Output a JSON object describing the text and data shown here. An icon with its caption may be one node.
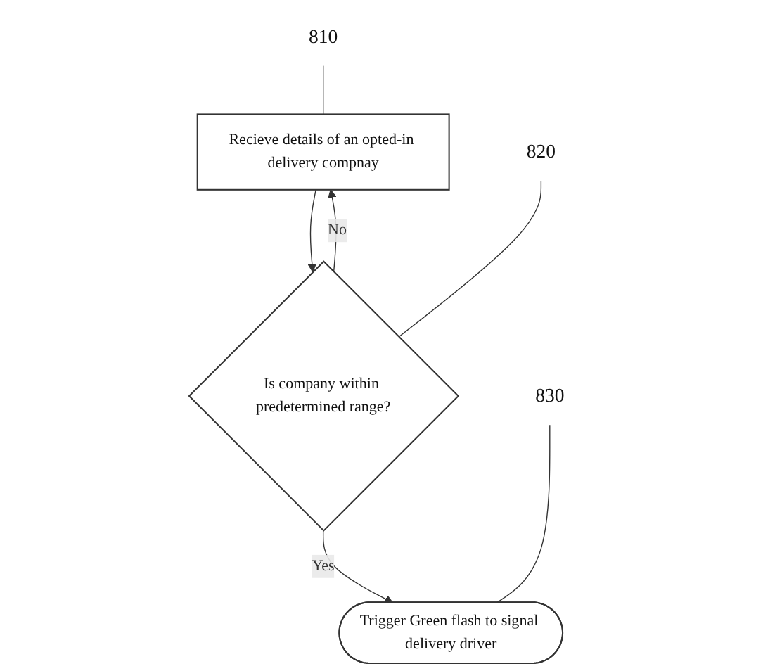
{
  "diagram": {
    "nodes": [
      {
        "text": [
          "Recieve details of an opted-in delivery compnay"
        ]
      },
      {
        "text": [
          "Is company within predetermined range?"
        ]
      },
      {
        "text": [
          "Trigger Green flash to signal delivery driver"
        ]
      },
      {
        "text": [
          "810"
        ]
      },
      {
        "text": [
          "820"
        ]
      },
      {
        "text": [
          "830"
        ]
      }
    ],
    "edges": [
      {
        "from": 0,
        "to": 1,
        "arrow": "to"
      },
      {
        "from": 1,
        "to": 2,
        "arrow": "to",
        "label": "Yes"
      },
      {
        "from": 1,
        "to": 0,
        "arrow": "to",
        "label": "No"
      },
      {
        "from": 3,
        "to": 0,
        "arrow": "none"
      },
      {
        "from": 4,
        "to": 1,
        "arrow": "none"
      },
      {
        "from": 5,
        "to": 2,
        "arrow": "none"
      }
    ]
  }
}
